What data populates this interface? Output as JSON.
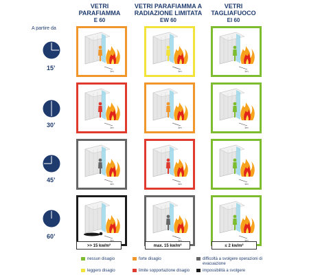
{
  "header": {
    "apartire": "A partire da",
    "columns": [
      {
        "title_lines": [
          "VETRI",
          "PARAFIAMMA"
        ],
        "code": "E 60",
        "flux": ">> 15 kw/m²"
      },
      {
        "title_lines": [
          "VETRI PARAFIAMMA A",
          "RADIAZIONE LIMITATA"
        ],
        "code": "EW 60",
        "flux": "max. 15 kw/m²"
      },
      {
        "title_lines": [
          "VETRI",
          "TAGLIAFUOCO"
        ],
        "code": "EI 60",
        "flux": "≤ 2 kw/m²"
      }
    ]
  },
  "rows": [
    {
      "time": "15’",
      "fraction": 0.25
    },
    {
      "time": "30’",
      "fraction": 0.5
    },
    {
      "time": "45’",
      "fraction": 0.75
    },
    {
      "time": "60’",
      "fraction": 1.0
    }
  ],
  "grid_colors": [
    [
      "#f0962a",
      "#f2e33b",
      "#7dbb2f"
    ],
    [
      "#e03a2f",
      "#f0962a",
      "#7dbb2f"
    ],
    [
      "#666666",
      "#e03a2f",
      "#7dbb2f"
    ],
    [
      "#1b1b1b",
      "#666666",
      "#7dbb2f"
    ]
  ],
  "scale_label": "1m",
  "legend": [
    {
      "color": "#7dbb2f",
      "label": "nessun disagio"
    },
    {
      "color": "#f0962a",
      "label": "forte disagio"
    },
    {
      "color": "#666666",
      "label": "difficoltà a svolgere operazioni di evacuazione"
    },
    {
      "color": "#f2e33b",
      "label": "leggero disagio"
    },
    {
      "color": "#e03a2f",
      "label": "limite sopportazione disagio"
    },
    {
      "color": "#1b1b1b",
      "label": "impossibilità a svolgere"
    }
  ],
  "icons": {
    "clock": "clock-icon",
    "fire": "fire-icon",
    "person": "person-icon",
    "room": "glass-wall-icon"
  }
}
